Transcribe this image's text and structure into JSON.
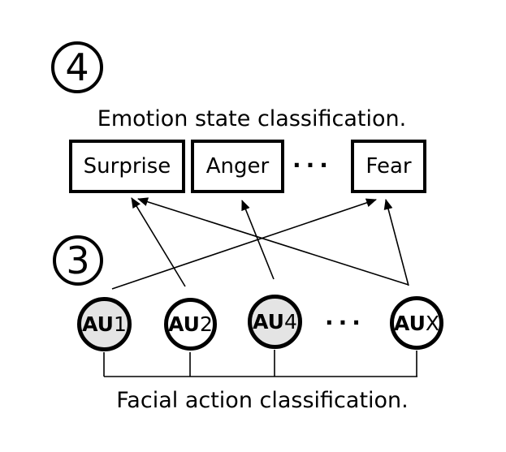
{
  "diagram": {
    "steps": {
      "step4": {
        "number": "4"
      },
      "step3": {
        "number": "3"
      }
    },
    "emotion_section": {
      "title": "Emotion state classification.",
      "boxes": [
        {
          "label": "Surprise"
        },
        {
          "label": "Anger"
        },
        {
          "label": "Fear"
        }
      ],
      "ellipsis": "···"
    },
    "au_section": {
      "title": "Facial action classification.",
      "nodes": [
        {
          "prefix": "AU",
          "suffix": "1",
          "filled": true
        },
        {
          "prefix": "AU",
          "suffix": "2",
          "filled": false
        },
        {
          "prefix": "AU",
          "suffix": "4",
          "filled": true
        },
        {
          "prefix": "AU",
          "suffix": "X",
          "filled": false
        }
      ],
      "ellipsis": "···"
    },
    "connections": [
      {
        "from": "AU2",
        "to": "Surprise"
      },
      {
        "from": "AUX",
        "to": "Surprise"
      },
      {
        "from": "AU4",
        "to": "Anger"
      },
      {
        "from": "AU1",
        "to": "Fear"
      },
      {
        "from": "AUX",
        "to": "Fear"
      }
    ],
    "colors": {
      "stroke": "#000000",
      "node_fill_gray": "#e4e4e4",
      "node_fill_white": "#ffffff",
      "background": "#ffffff"
    }
  }
}
